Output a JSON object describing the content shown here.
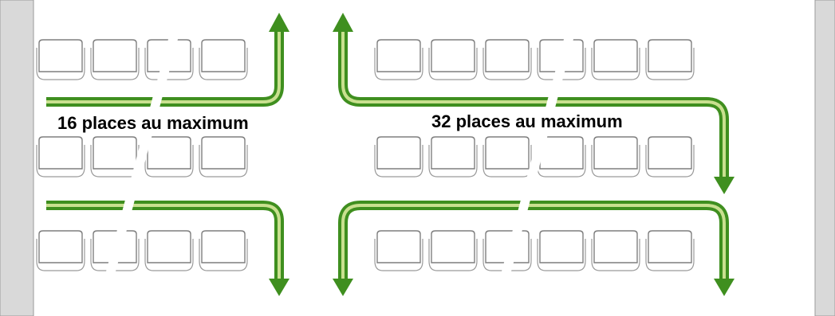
{
  "colors": {
    "path_dark": "#3f8f1f",
    "path_light": "#c9e08f",
    "wall": "#d9d9d9",
    "seat_outline": "#7f7f7f"
  },
  "left_block": {
    "caption": "16 places au maximum",
    "rows": 3,
    "seats_per_row": 4
  },
  "right_block": {
    "caption": "32 places au maximum",
    "rows": 3,
    "seats_per_row": 6
  }
}
